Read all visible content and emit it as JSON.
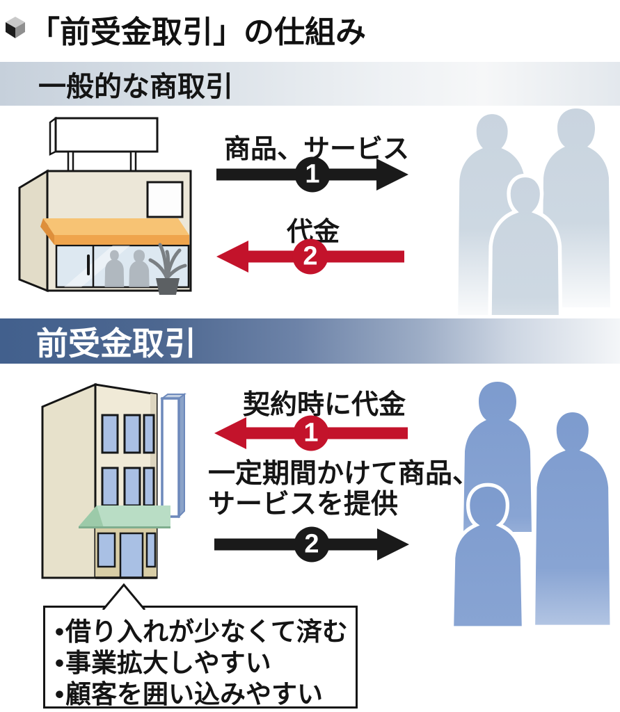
{
  "title": {
    "text": "「前受金取引」の仕組み"
  },
  "section_general": {
    "header": "一般的な商取引",
    "flow_goods": {
      "label": "商品、サービス",
      "badge": "1",
      "direction": "right",
      "color": "#1a1a1a"
    },
    "flow_payment": {
      "label": "代金",
      "badge": "2",
      "direction": "left",
      "color": "#c3132b"
    }
  },
  "section_advance": {
    "header": "前受金取引",
    "flow_payment": {
      "label": "契約時に代金",
      "badge": "1",
      "direction": "left",
      "color": "#c3132b"
    },
    "flow_goods": {
      "label_line1": "一定期間かけて商品、",
      "label_line2": "サービスを提供",
      "badge": "2",
      "direction": "right",
      "color": "#1a1a1a"
    },
    "benefits": {
      "bullet": "•",
      "items": [
        "借り入れが少なくて済む",
        "事業拡大しやすい",
        "顧客を囲い込みやすい"
      ]
    }
  },
  "colors": {
    "accent_red": "#c3132b",
    "arrow_black": "#1a1a1a",
    "header_general_left": "#c6d0db",
    "header_advance_left": "#42608d",
    "people_general": "#cbd6e1",
    "people_advance": "#7d9bce",
    "shop_awning": "#efa44c",
    "building_awning": "#b9ddc5"
  }
}
